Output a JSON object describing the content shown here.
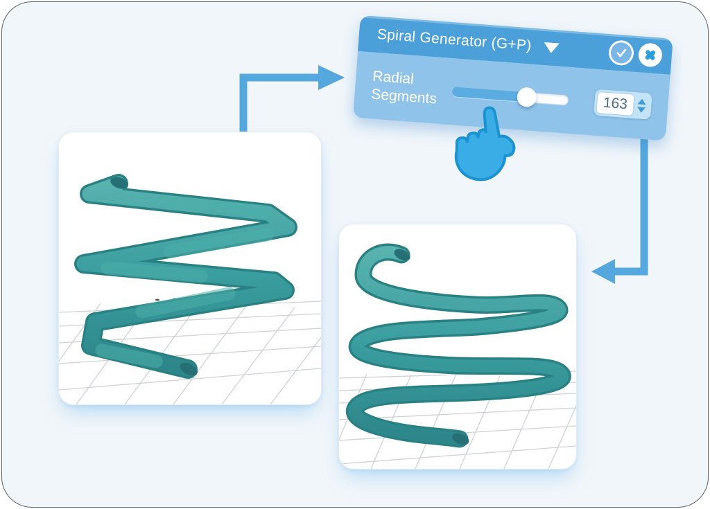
{
  "canvas": {
    "background": "#F1F6FA",
    "outline_color": "#2D2D2D"
  },
  "panel": {
    "title": "Spiral Generator (G+P)",
    "icons": {
      "dropdown": "triangle-down-icon",
      "confirm": "check-icon",
      "close": "cross-icon"
    },
    "colors": {
      "header": "#4BA0DA",
      "body": "#90C3EA",
      "slider_fill": "#5BACE1",
      "accent": "#3D9BD5",
      "value_text": "#4A6F8E",
      "spinner_background": "#C3E3F6"
    },
    "radial_segments": {
      "label_lines": [
        "Radial",
        "Segments"
      ],
      "value": "163",
      "slider_percent": 64
    }
  },
  "cursor": {
    "name": "hand-pointer",
    "fill": "#3AACE6",
    "outline": "#1B93D0"
  },
  "arrows": {
    "color": "#55A8DD"
  },
  "viewports": {
    "tube_color": "#3A9D9E",
    "tube_dark": "#2A8184",
    "grid_color": "#C9CDD1",
    "background": "#FFFFFF"
  }
}
